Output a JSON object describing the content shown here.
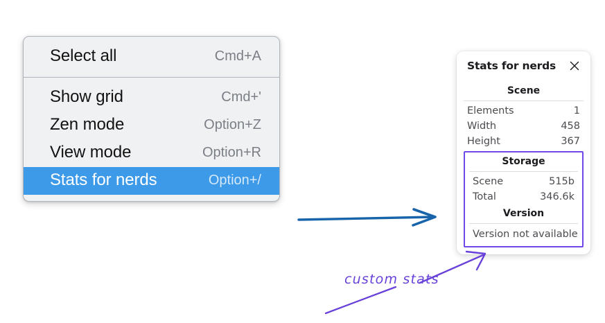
{
  "menu": {
    "sections": [
      {
        "items": [
          {
            "label": "Select all",
            "accel": "Cmd+A",
            "selected": false
          }
        ]
      },
      {
        "items": [
          {
            "label": "Show grid",
            "accel": "Cmd+'",
            "selected": false
          },
          {
            "label": "Zen mode",
            "accel": "Option+Z",
            "selected": false
          },
          {
            "label": "View mode",
            "accel": "Option+R",
            "selected": false
          },
          {
            "label": "Stats for nerds",
            "accel": "Option+/",
            "selected": true
          }
        ]
      }
    ],
    "highlight_color": "#3d9ae8"
  },
  "stats_panel": {
    "title": "Stats for nerds",
    "close_icon": "close-icon",
    "scene": {
      "heading": "Scene",
      "rows": [
        {
          "key": "Elements",
          "value": "1"
        },
        {
          "key": "Width",
          "value": "458"
        },
        {
          "key": "Height",
          "value": "367"
        }
      ]
    },
    "custom": {
      "border_color": "#7048e8",
      "storage": {
        "heading": "Storage",
        "rows": [
          {
            "key": "Scene",
            "value": "515b"
          },
          {
            "key": "Total",
            "value": "346.6k"
          }
        ]
      },
      "version": {
        "heading": "Version",
        "text": "Version not available"
      }
    }
  },
  "annotations": {
    "blue_arrow_color": "#1864ab",
    "purple_color": "#6741d9",
    "handwritten_label": "custom stats"
  }
}
